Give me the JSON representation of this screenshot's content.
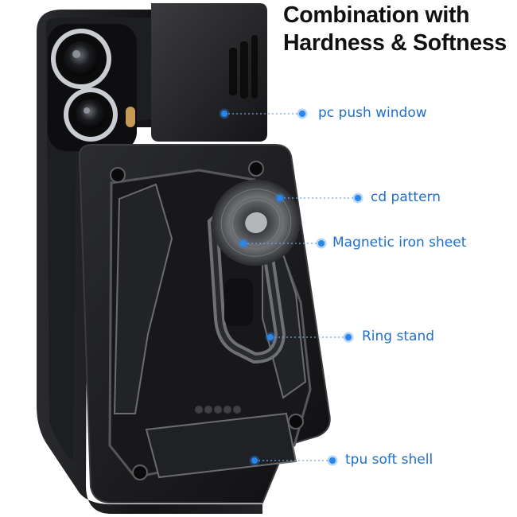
{
  "title": {
    "line1": "Combination with",
    "line2": "Hardness & Softness"
  },
  "callouts": [
    {
      "id": "pc-push-window",
      "label": "pc push window"
    },
    {
      "id": "cd-pattern",
      "label": "cd pattern"
    },
    {
      "id": "magnetic-iron-sheet",
      "label": "Magnetic iron sheet"
    },
    {
      "id": "ring-stand",
      "label": "Ring stand"
    },
    {
      "id": "tpu-soft-shell",
      "label": "tpu soft shell"
    }
  ],
  "colors": {
    "accent": "#1f6fc9",
    "dot": "#2a86e8",
    "case": "#1b1b1d",
    "case_edge": "#3a3b3e",
    "ring": "#55575b"
  }
}
